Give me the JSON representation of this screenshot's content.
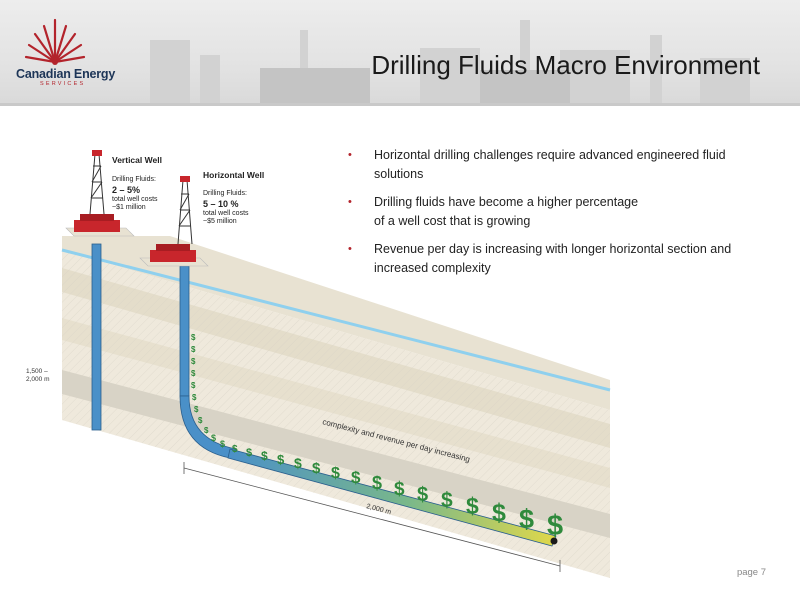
{
  "header": {
    "title": "Drilling Fluids Macro Environment",
    "logo": {
      "name": "Canadian Energy",
      "subtitle": "SERVICES",
      "icon": "spark-burst-logo-icon"
    }
  },
  "diagram": {
    "vertical_well": {
      "heading": "Vertical Well",
      "fluids_label": "Drilling Fluids:",
      "fluids_pct": "2 – 5%",
      "cost_label": "total well costs",
      "cost_value": "~$1 million"
    },
    "horizontal_well": {
      "heading": "Horizontal Well",
      "fluids_label": "Drilling Fluids:",
      "fluids_pct": "5 – 10 %",
      "cost_label": "total well costs",
      "cost_value": "~$5 million"
    },
    "depth_label_1": "1,500 –",
    "depth_label_2": "2,000 m",
    "lateral_length": "2,000 m",
    "trend_label": "complexity and revenue per day increasing",
    "dollar_symbol": "$",
    "colors": {
      "rig_red": "#c8262c",
      "pipe_blue": "#4a90c8",
      "dollar_green": "#2f8a3c",
      "water_line": "#8fd0ee"
    }
  },
  "bullets": [
    {
      "line1": "Horizontal drilling challenges require advanced engineered fluid",
      "line2": "solutions"
    },
    {
      "line1": "Drilling fluids have become a higher percentage",
      "line2": "of a well cost that is growing"
    },
    {
      "line1": "Revenue per day is increasing with longer horizontal section and",
      "line2": "increased complexity"
    }
  ],
  "bullet_symbol": "•",
  "footer": {
    "page": "page 7"
  }
}
